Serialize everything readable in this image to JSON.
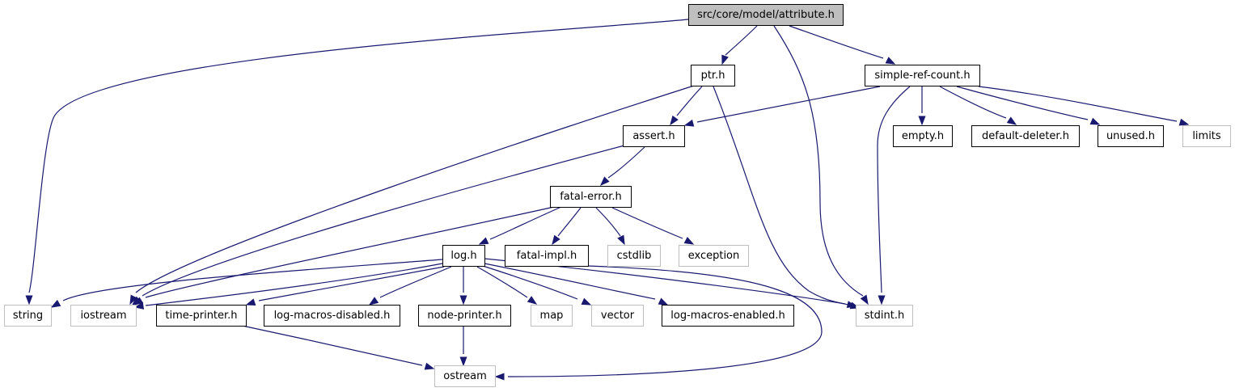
{
  "diagram": {
    "colors": {
      "edge": "#191970",
      "root_fill": "#bfbfbf",
      "internal_stroke": "#000000",
      "external_stroke": "#bfbfbf",
      "node_fill": "#ffffff"
    },
    "nodes": [
      {
        "id": "attribute",
        "label": "src/core/model/attribute.h",
        "kind": "root"
      },
      {
        "id": "ptr",
        "label": "ptr.h",
        "kind": "internal"
      },
      {
        "id": "simple_ref_count",
        "label": "simple-ref-count.h",
        "kind": "internal"
      },
      {
        "id": "assert",
        "label": "assert.h",
        "kind": "internal"
      },
      {
        "id": "empty",
        "label": "empty.h",
        "kind": "internal"
      },
      {
        "id": "default_deleter",
        "label": "default-deleter.h",
        "kind": "internal"
      },
      {
        "id": "unused",
        "label": "unused.h",
        "kind": "internal"
      },
      {
        "id": "limits",
        "label": "limits",
        "kind": "external"
      },
      {
        "id": "fatal_error",
        "label": "fatal-error.h",
        "kind": "internal"
      },
      {
        "id": "log",
        "label": "log.h",
        "kind": "internal"
      },
      {
        "id": "fatal_impl",
        "label": "fatal-impl.h",
        "kind": "internal"
      },
      {
        "id": "cstdlib",
        "label": "cstdlib",
        "kind": "external"
      },
      {
        "id": "exception",
        "label": "exception",
        "kind": "external"
      },
      {
        "id": "string",
        "label": "string",
        "kind": "external"
      },
      {
        "id": "iostream",
        "label": "iostream",
        "kind": "external"
      },
      {
        "id": "time_printer",
        "label": "time-printer.h",
        "kind": "internal"
      },
      {
        "id": "log_macros_disabled",
        "label": "log-macros-disabled.h",
        "kind": "internal"
      },
      {
        "id": "node_printer",
        "label": "node-printer.h",
        "kind": "internal"
      },
      {
        "id": "map",
        "label": "map",
        "kind": "external"
      },
      {
        "id": "vector",
        "label": "vector",
        "kind": "external"
      },
      {
        "id": "log_macros_enabled",
        "label": "log-macros-enabled.h",
        "kind": "internal"
      },
      {
        "id": "stdint",
        "label": "stdint.h",
        "kind": "external"
      },
      {
        "id": "ostream",
        "label": "ostream",
        "kind": "external"
      }
    ],
    "edges": [
      {
        "from": "attribute",
        "to": "string"
      },
      {
        "from": "attribute",
        "to": "ptr"
      },
      {
        "from": "attribute",
        "to": "stdint"
      },
      {
        "from": "attribute",
        "to": "simple_ref_count"
      },
      {
        "from": "ptr",
        "to": "iostream"
      },
      {
        "from": "ptr",
        "to": "assert"
      },
      {
        "from": "ptr",
        "to": "stdint"
      },
      {
        "from": "simple_ref_count",
        "to": "assert"
      },
      {
        "from": "simple_ref_count",
        "to": "stdint"
      },
      {
        "from": "simple_ref_count",
        "to": "empty"
      },
      {
        "from": "simple_ref_count",
        "to": "default_deleter"
      },
      {
        "from": "simple_ref_count",
        "to": "unused"
      },
      {
        "from": "simple_ref_count",
        "to": "limits"
      },
      {
        "from": "assert",
        "to": "iostream"
      },
      {
        "from": "assert",
        "to": "fatal_error"
      },
      {
        "from": "fatal_error",
        "to": "iostream"
      },
      {
        "from": "fatal_error",
        "to": "log"
      },
      {
        "from": "fatal_error",
        "to": "fatal_impl"
      },
      {
        "from": "fatal_error",
        "to": "cstdlib"
      },
      {
        "from": "fatal_error",
        "to": "exception"
      },
      {
        "from": "log",
        "to": "string"
      },
      {
        "from": "log",
        "to": "iostream"
      },
      {
        "from": "log",
        "to": "time_printer"
      },
      {
        "from": "log",
        "to": "log_macros_disabled"
      },
      {
        "from": "log",
        "to": "node_printer"
      },
      {
        "from": "log",
        "to": "map"
      },
      {
        "from": "log",
        "to": "vector"
      },
      {
        "from": "log",
        "to": "log_macros_enabled"
      },
      {
        "from": "log",
        "to": "stdint"
      },
      {
        "from": "fatal_impl",
        "to": "ostream"
      },
      {
        "from": "time_printer",
        "to": "ostream"
      },
      {
        "from": "node_printer",
        "to": "ostream"
      }
    ]
  }
}
